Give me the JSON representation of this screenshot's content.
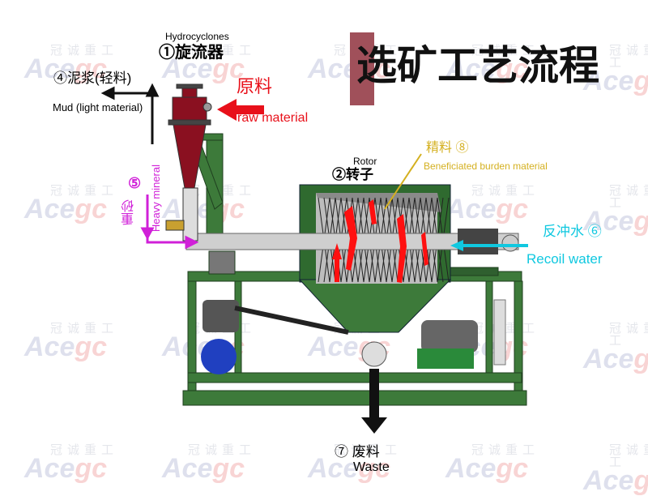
{
  "title": "选矿工艺流程",
  "watermark": {
    "cn": "冠诚重工",
    "en_a": "Ace",
    "en_b": "gc"
  },
  "labels": {
    "hydrocyclone_en": "Hydrocyclones",
    "hydrocyclone_cn": "①旋流器",
    "mud_cn": "④泥浆(轻料)",
    "mud_en": "Mud (light material)",
    "raw_cn": "原料",
    "raw_en": "raw material",
    "heavy_num": "⑤",
    "heavy_cn": "重砂",
    "heavy_en": "Heavy mineral",
    "rotor_en": "Rotor",
    "rotor_cn": "②转子",
    "concentrate_cn": "精料 ⑧",
    "concentrate_en": "Beneficiated burden material",
    "recoil_cn": "反冲水 ⑥",
    "recoil_en": "Recoil water",
    "waste_cn": "⑦ 废料",
    "waste_en": "Waste"
  },
  "colors": {
    "title_bar": "#a0505a",
    "frame_green": "#3d7a3a",
    "cyclone_red": "#8a1020",
    "raw_red": "#e8101a",
    "heavy_magenta": "#d020d8",
    "concentrate_gold": "#d4b020",
    "recoil_cyan": "#10c8e0"
  }
}
